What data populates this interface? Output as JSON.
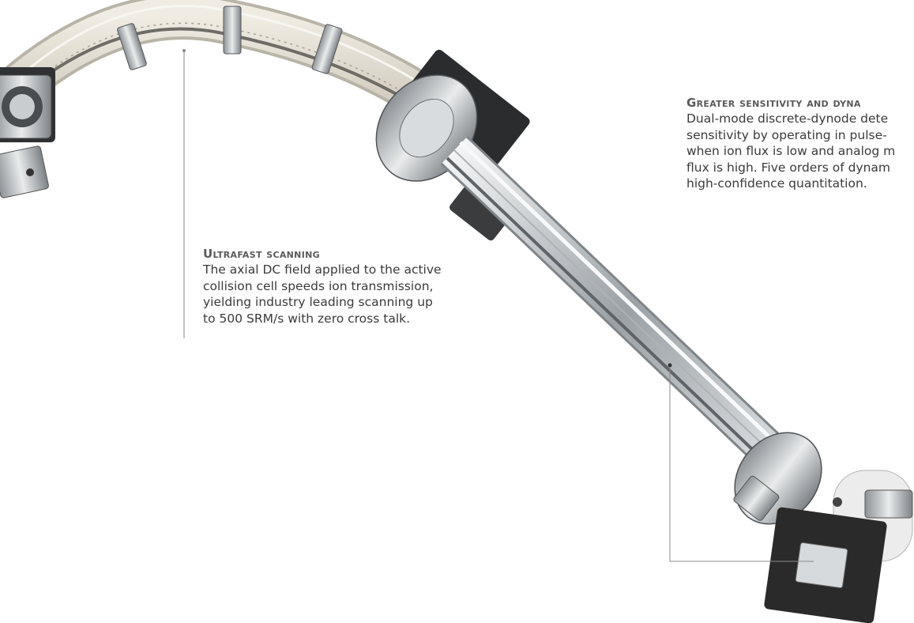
{
  "callouts": {
    "ultrafast_scanning": {
      "heading": "Ultrafast scanning",
      "lines": [
        "The axial DC field applied to the active",
        "collision cell speeds ion transmission,",
        "yielding industry leading scanning up",
        "to 500 SRM/s with zero cross talk."
      ]
    },
    "sensitivity": {
      "heading": "Greater sensitivity and dyna",
      "lines": [
        "Dual-mode discrete-dynode dete",
        "sensitivity by operating in pulse-",
        "when ion flux is low and analog m",
        "flux is high. Five orders of dynam",
        "high-confidence quantitation."
      ]
    }
  },
  "colors": {
    "text": "#3a3a3a",
    "heading": "#5a5a5a",
    "leader_line": "#8a8a8a",
    "metal": "#c8ccce",
    "ceramic": "#e6e2d8",
    "detector_body": "#2a2a2a"
  }
}
